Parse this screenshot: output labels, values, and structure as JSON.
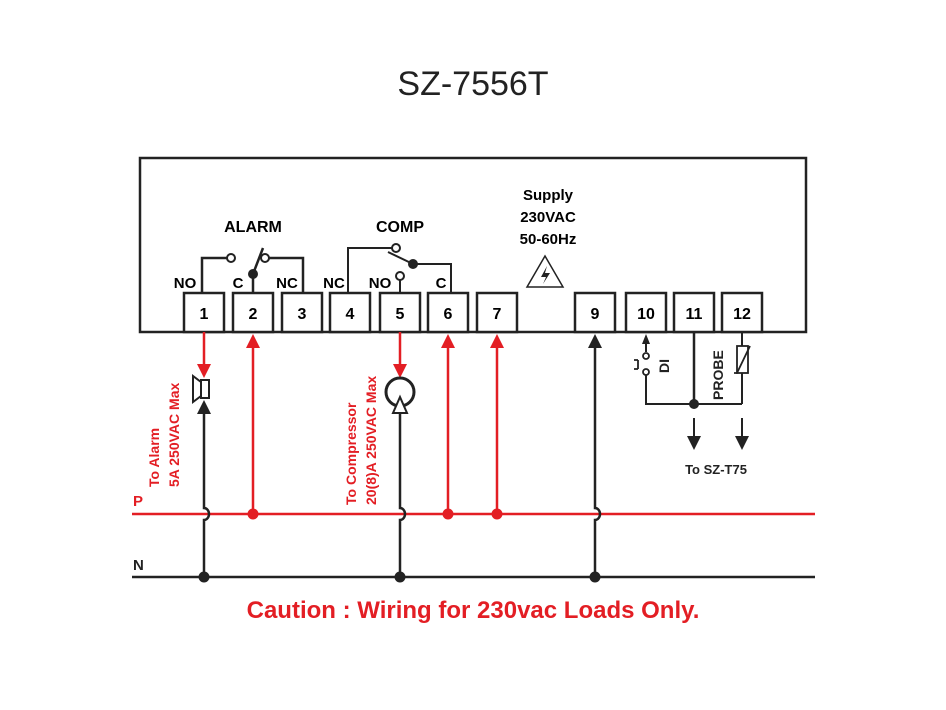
{
  "title": "SZ-7556T",
  "alarm_label": "ALARM",
  "comp_label": "COMP",
  "supply": {
    "line1": "Supply",
    "line2": "230VAC",
    "line3": "50-60Hz"
  },
  "contacts": {
    "alarm_no": "NO",
    "alarm_c": "C",
    "alarm_nc": "NC",
    "comp_nc": "NC",
    "comp_no": "NO",
    "comp_c": "C"
  },
  "terminals": [
    "1",
    "2",
    "3",
    "4",
    "5",
    "6",
    "7",
    "9",
    "10",
    "11",
    "12"
  ],
  "alarm_note": {
    "line1": "To Alarm",
    "line2": "5A 250VAC Max"
  },
  "comp_note": {
    "line1": "To Compressor",
    "line2": "20(8)A 250VAC Max"
  },
  "di_label": "DI",
  "probe_label": "PROBE",
  "sensor_note": "To SZ-T75",
  "line_p": "P",
  "line_n": "N",
  "caution": "Caution : Wiring for 230vac Loads Only.",
  "colors": {
    "live": "#e31e24",
    "neutral": "#222222"
  }
}
